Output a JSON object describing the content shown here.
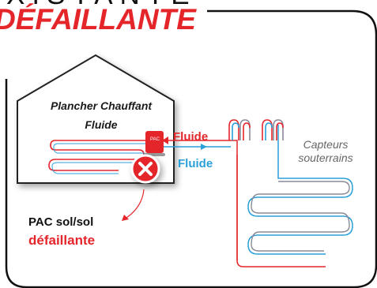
{
  "header": {
    "title_top": "XISTANTE",
    "title_main": "DÉFAILLANTE"
  },
  "house": {
    "title": "Plancher Chauffant",
    "subtitle": "Fluide",
    "pac_tag": "PAC"
  },
  "flows": {
    "out_label": "Fluide",
    "in_label": "Fluide"
  },
  "ground": {
    "label": "Capteurs souterrains"
  },
  "status": {
    "line1": "PAC sol/sol",
    "line2": "défaillante"
  },
  "colors": {
    "red": "#e4262b",
    "blue": "#2a9fd8",
    "dark": "#1a1a1a"
  },
  "icons": {
    "failure": "cross-circle-icon"
  }
}
